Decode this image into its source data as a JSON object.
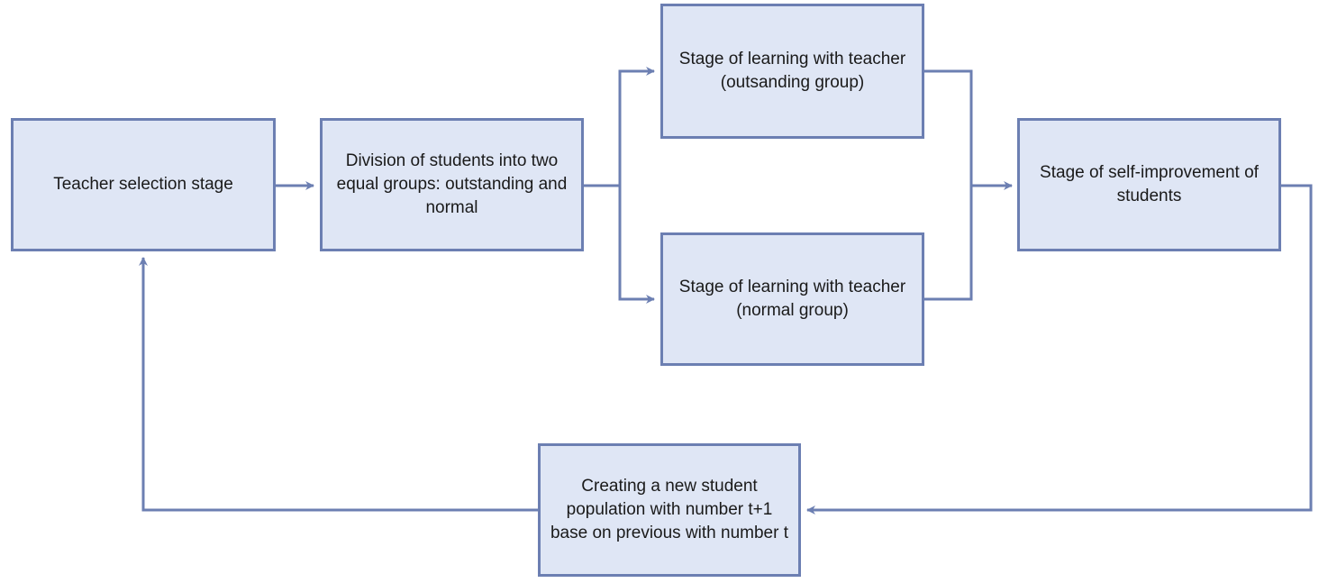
{
  "colors": {
    "stroke": "#6c7fb2",
    "fill": "#dfe6f5",
    "text": "#1a1a1a"
  },
  "nodes": {
    "teacher_selection": "Teacher selection stage",
    "division": "Division of students into two equal groups: outstanding and normal",
    "learning_outstanding": "Stage of learning with teacher (outsanding group)",
    "learning_normal": "Stage of learning with teacher (normal group)",
    "self_improvement": "Stage of self-improvement of students",
    "new_population": "Creating a new student population with number t+1 base on previous with number t"
  },
  "edges": [
    {
      "from": "teacher_selection",
      "to": "division"
    },
    {
      "from": "division",
      "to": "learning_outstanding"
    },
    {
      "from": "division",
      "to": "learning_normal"
    },
    {
      "from": "learning_outstanding",
      "to": "self_improvement"
    },
    {
      "from": "learning_normal",
      "to": "self_improvement"
    },
    {
      "from": "self_improvement",
      "to": "new_population"
    },
    {
      "from": "new_population",
      "to": "teacher_selection"
    }
  ]
}
